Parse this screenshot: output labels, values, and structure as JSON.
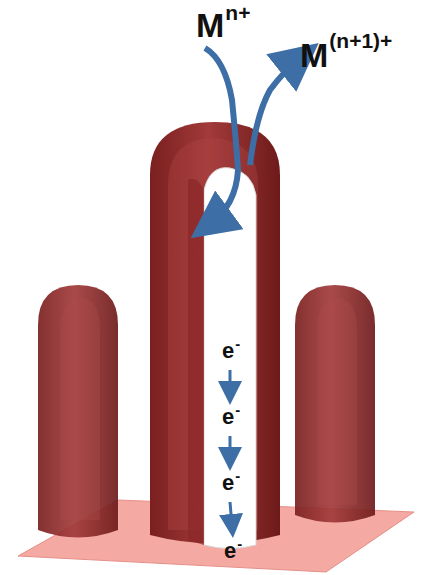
{
  "diagram": {
    "labels": [
      "M",
      "n+",
      "M",
      "(n+1)+",
      "e",
      "-",
      "e",
      "-",
      "e",
      "-",
      "e",
      "-"
    ]
  }
}
